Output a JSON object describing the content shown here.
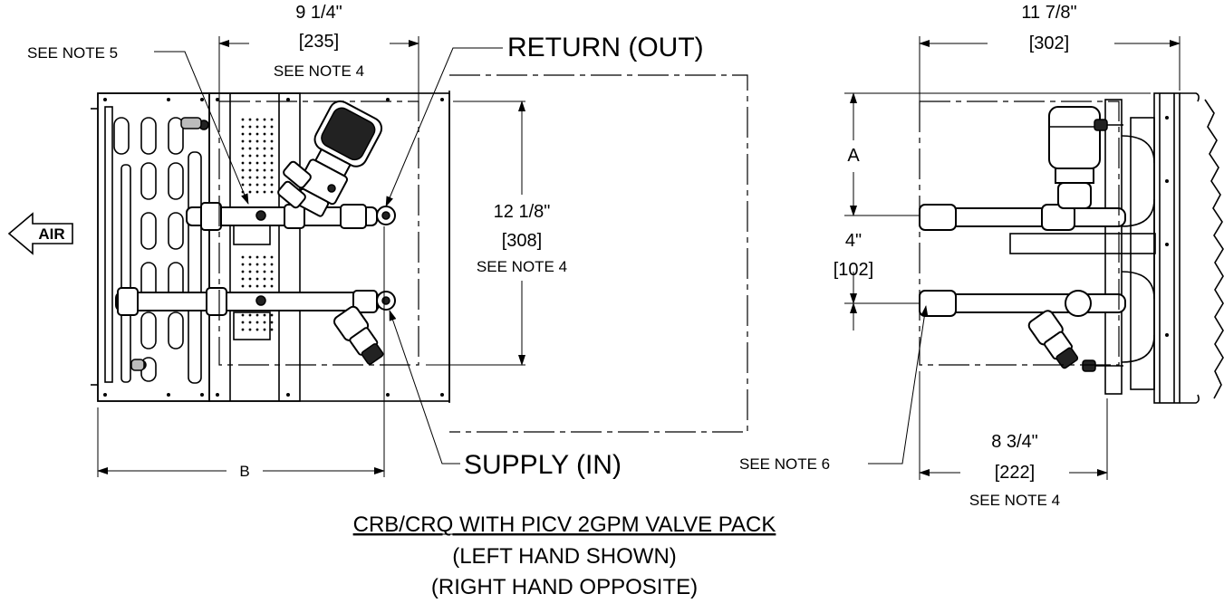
{
  "labels": {
    "note5": "SEE NOTE 5",
    "dim_9_14": "9 1/4\"",
    "dim_235": "[235]",
    "note4_top": "SEE NOTE 4",
    "return_out": "RETURN (OUT)",
    "air": "AIR",
    "dim_12_18": "12 1/8\"",
    "dim_308": "[308]",
    "note4_mid": "SEE NOTE 4",
    "b_label": "B",
    "supply_in": "SUPPLY (IN)",
    "dim_11_78": "11 7/8\"",
    "dim_302": "[302]",
    "a_label": "A",
    "dim_4": "4\"",
    "dim_102": "[102]",
    "note6": "SEE NOTE 6",
    "dim_8_34": "8 3/4\"",
    "dim_222": "[222]",
    "note4_right": "SEE NOTE 4"
  },
  "caption": {
    "title": "CRB/CRQ WITH PICV 2GPM VALVE PACK",
    "line2": "(LEFT HAND SHOWN)",
    "line3": "(RIGHT HAND OPPOSITE)"
  }
}
